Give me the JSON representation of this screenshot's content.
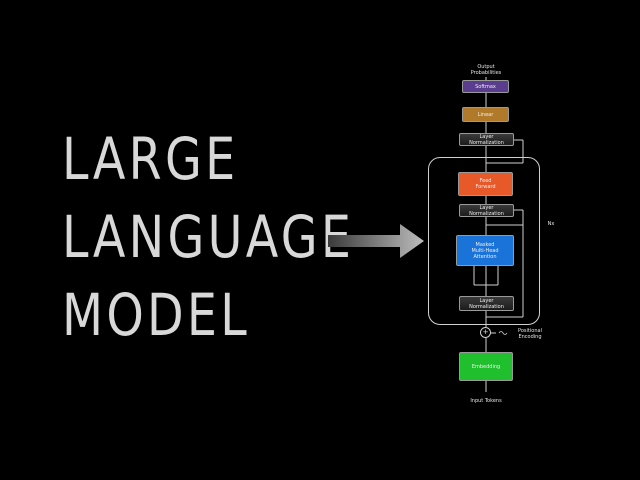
{
  "title": {
    "line1": "LARGE",
    "line2": "LANGUAGE",
    "line3": "MODEL"
  },
  "diagram": {
    "output_label": "Output\nProbabilities",
    "softmax": "Softmax",
    "linear": "Linear",
    "layer_norm_top": "Layer\nNormalization",
    "feed_forward": "Feed\nForward",
    "layer_norm_mid": "Layer\nNormalization",
    "masked_attention": "Masked\nMulti-Head\nAttention",
    "layer_norm_bottom": "Layer\nNormalization",
    "repeat_label": "Nx",
    "add_symbol": "+",
    "positional_encoding": "Positional\nEncoding",
    "embedding": "Embedding",
    "input_label": "Input Tokens"
  },
  "colors": {
    "background": "#000000",
    "title_text": "#d8d8d8",
    "arrow": "#bdbdbd",
    "softmax": "#5b3d8f",
    "linear": "#b07a2a",
    "feed_forward": "#e8592a",
    "attention": "#1a73d9",
    "embedding": "#1fbf2e",
    "layer_norm": "#2a2a2a"
  }
}
